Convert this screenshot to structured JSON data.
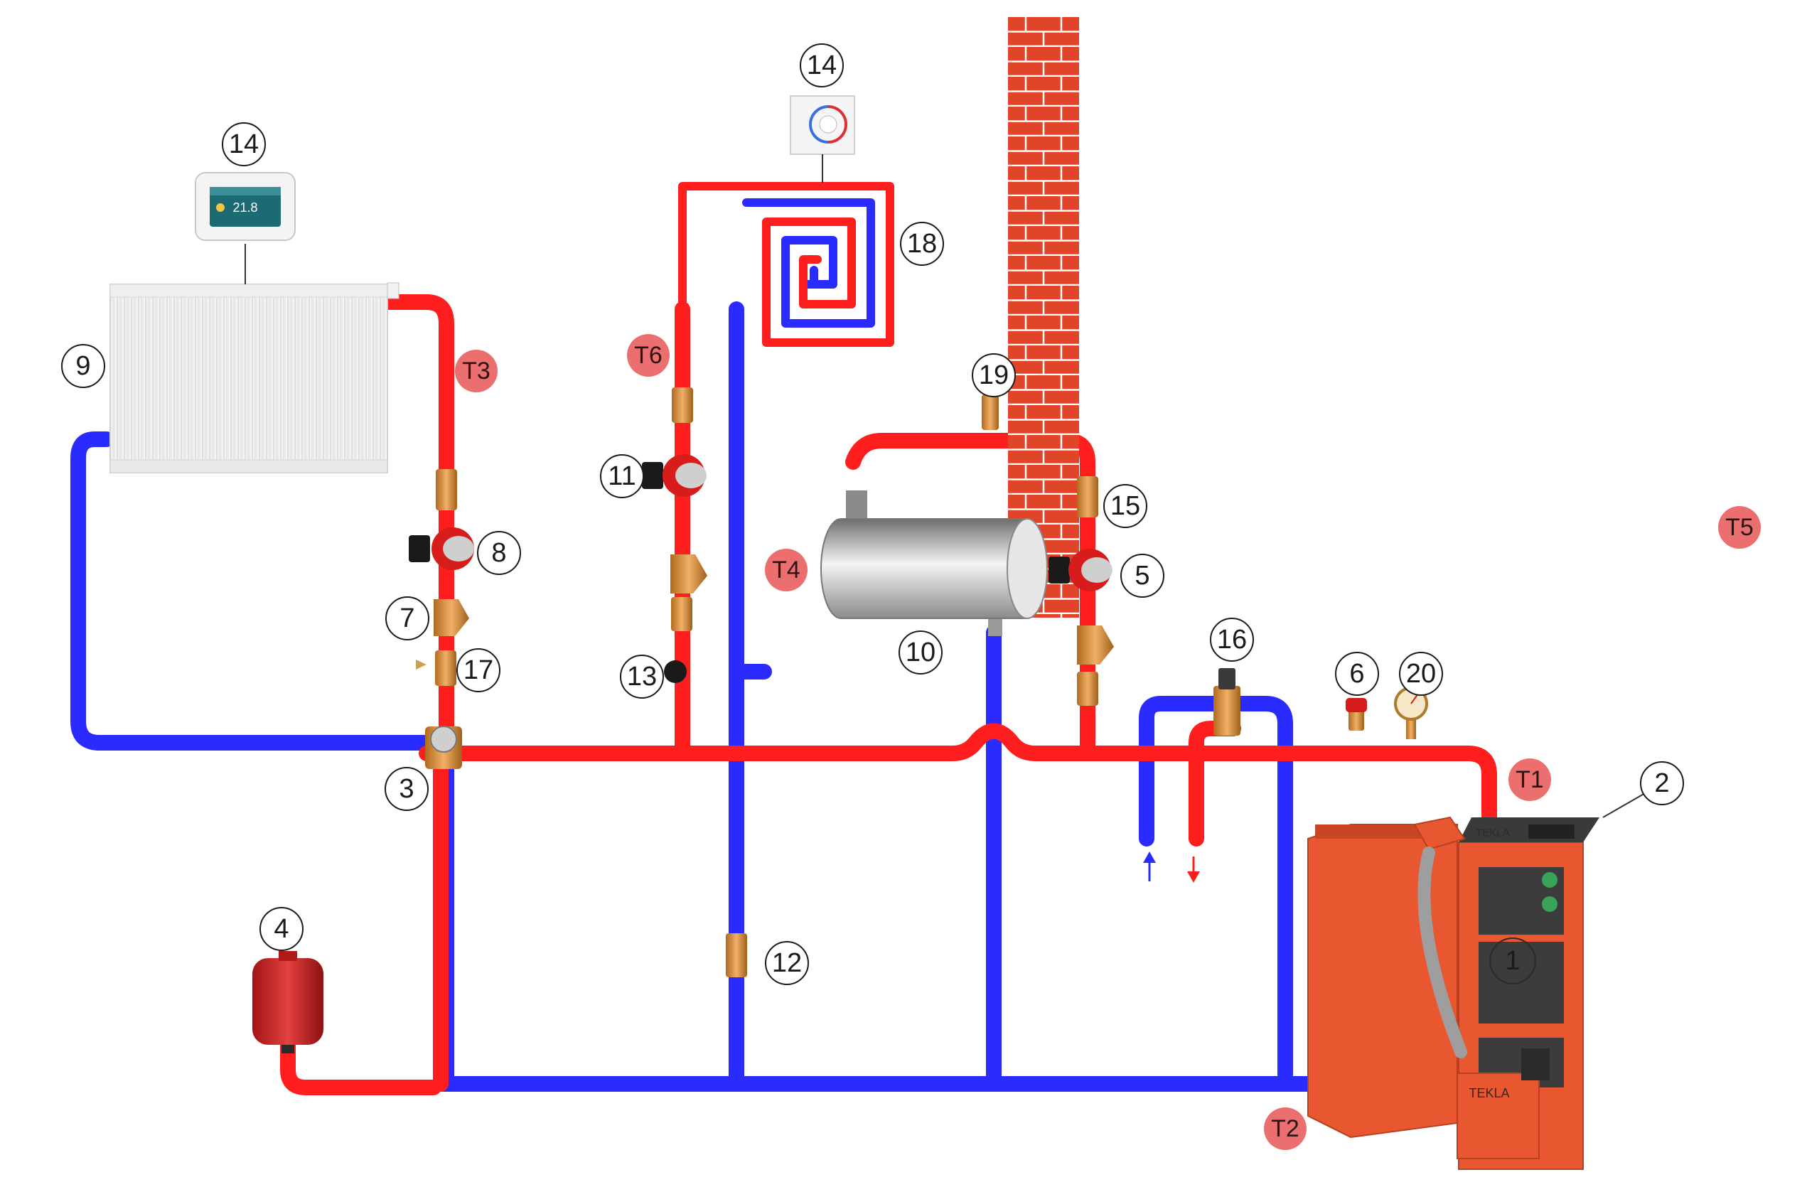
{
  "colors": {
    "hot": "#ff1e1e",
    "cold": "#2a2cff",
    "brick": "#e0452a",
    "boiler": "#e8572f",
    "tag_fill": "#ec6f6f"
  },
  "labels": {
    "n1": "1",
    "n2": "2",
    "n3": "3",
    "n4": "4",
    "n5": "5",
    "n6": "6",
    "n7": "7",
    "n8": "8",
    "n9": "9",
    "n10": "10",
    "n11": "11",
    "n12": "12",
    "n13": "13",
    "n14a": "14",
    "n14b": "14",
    "n15": "15",
    "n16": "16",
    "n17": "17",
    "n18": "18",
    "n19": "19",
    "n20": "20"
  },
  "sensors": {
    "t1": "T1",
    "t2": "T2",
    "t3": "T3",
    "t4": "T4",
    "t5": "T5",
    "t6": "T6"
  },
  "room_controller": {
    "temperature": "21.8"
  },
  "boiler": {
    "brand_top": "TEKLA",
    "brand_burner": "TEKLA"
  }
}
